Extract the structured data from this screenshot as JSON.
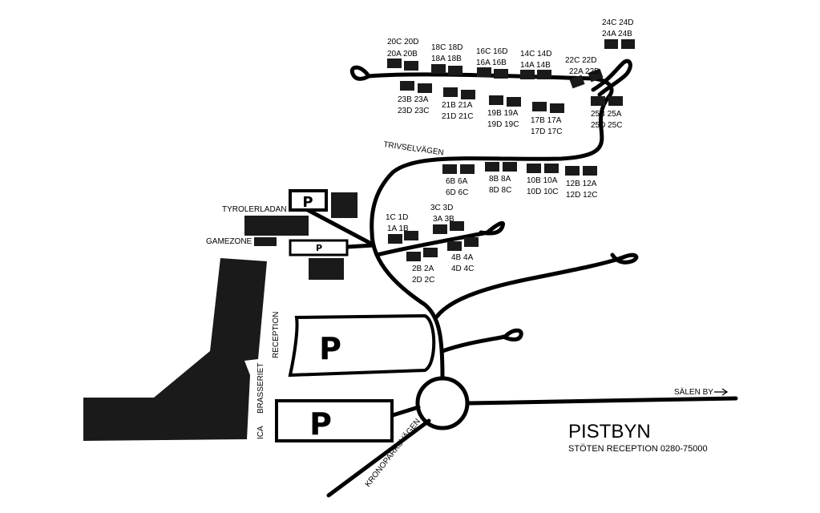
{
  "place_name": "PISTBYN",
  "reception_text": "STÖTEN RECEPTION 0280-75000",
  "roads": {
    "trivselvagen": "TRIVSELVÄGEN",
    "kronoparksvagen": "KRONOPARKSVÄGEN",
    "salen_by": "SÄLEN BY"
  },
  "salen_arrow": "arrow-right-icon",
  "facilities": {
    "tyrolerladan": "TYROLERLADAN",
    "gamezone": "GAMEZONE",
    "reception": "RECEPTION",
    "brasseriet": "BRASSERIET",
    "ica": "ICA"
  },
  "parking_letter": "P",
  "cabin_pairs": [
    {
      "top": "20C",
      "bottom": "20D"
    },
    {
      "top": "20A",
      "bottom": "20B"
    },
    {
      "top": "18C",
      "bottom": "18D"
    },
    {
      "top": "18A",
      "bottom": "18B"
    },
    {
      "top": "16C",
      "bottom": "16D"
    },
    {
      "top": "16A",
      "bottom": "16B"
    },
    {
      "top": "14C",
      "bottom": "14D"
    },
    {
      "top": "14A",
      "bottom": "14B"
    },
    {
      "top": "22C",
      "bottom": "22D"
    },
    {
      "top": "22A",
      "bottom": "22B"
    },
    {
      "top": "24C",
      "bottom": "24D"
    },
    {
      "top": "24A",
      "bottom": "24B"
    }
  ],
  "cabin_labels": {
    "r20a": "20C 20D",
    "r20b": "20A 20B",
    "r18a": "18C 18D",
    "r18b": "18A 18B",
    "r16a": "16C 16D",
    "r16b": "16A 16B",
    "r14a": "14C 14D",
    "r14b": "14A 14B",
    "r22a": "22C 22D",
    "r22b": "22A 22B",
    "r24a": "24C 24D",
    "r24b": "24A 24B",
    "r23a": "23B 23A",
    "r23b": "23D 23C",
    "r21a": "21B 21A",
    "r21b": "21D 21C",
    "r19a": "19B 19A",
    "r19b": "19D 19C",
    "r17a": "17B 17A",
    "r17b": "17D 17C",
    "r25a": "25B 25A",
    "r25b": "25D 25C",
    "r6a": "6B 6A",
    "r6b": "6D 6C",
    "r8a": "8B 8A",
    "r8b": "8D 8C",
    "r10a": "10B 10A",
    "r10b": "10D 10C",
    "r12a": "12B 12A",
    "r12b": "12D 12C",
    "r1a": "1C 1D",
    "r1b": "1A 1B",
    "r3a": "3C 3D",
    "r3b": "3A 3B",
    "r2a": "2B 2A",
    "r2b": "2D 2C",
    "r4a": "4B 4A",
    "r4b": "4D 4C"
  }
}
